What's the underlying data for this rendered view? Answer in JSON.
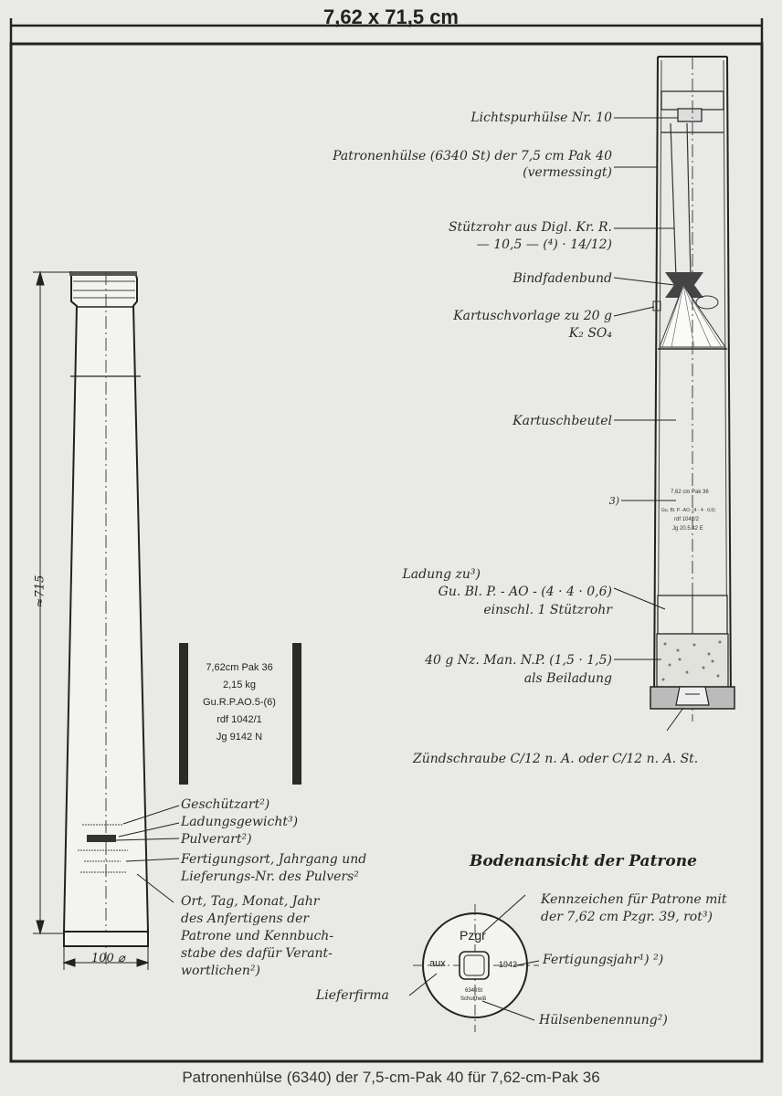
{
  "title": "7,62 x 71,5 cm",
  "caption": "Patronenhülse (6340) der 7,5-cm-Pak 40 für 7,62-cm-Pak 36",
  "dimensions": {
    "length": "≈715",
    "diameter": "100 ⌀"
  },
  "right_labels": {
    "lichtspur": "Lichtspurhülse Nr. 10",
    "patronen_1": "Patronenhülse (6340 St) der 7,5 cm Pak 40",
    "patronen_2": "(vermessingt)",
    "stuetz_1": "Stützrohr aus Digl. Kr. R.",
    "stuetz_2": "— 10,5 — (⁴) · 14/12)",
    "bindfaden": "Bindfadenbund",
    "kartusch_1": "Kartuschvorlage zu 20 g",
    "kartusch_2": "K₂ SO₄",
    "kartuschbeutel": "Kartuschbeutel",
    "ref3": "3)",
    "ladung_1": "Ladung zu³)",
    "ladung_2": "Gu. Bl. P. - AO - (4 · 4 · 0,6)",
    "ladung_3": "einschl. 1 Stützrohr",
    "beiladung_1": "40 g Nz. Man. N.P. (1,5 · 1,5)",
    "beiladung_2": "als Beiladung",
    "zuendschraube": "Zündschraube C/12 n. A. oder C/12 n. A. St."
  },
  "bag_marking": [
    "7,62 cm Pak 36",
    "Gu. Bl. P. -AO- (4 · 4 · 0,6)",
    "rdf 1042/2",
    "Jg 20.5.42 E"
  ],
  "plate": {
    "lines": [
      "7,62cm Pak 36",
      "2,15 kg",
      "Gu.R.P.AO.5-(6)",
      "rdf 1042/1",
      "Jg 9142 N"
    ]
  },
  "left_labels": {
    "geschuetzart": "Geschützart²)",
    "ladungsgewicht": "Ladungsgewicht³)",
    "pulverart": "Pulverart²)",
    "fertigung_1": "Fertigungsort, Jahrgang und",
    "fertigung_2": "Lieferungs-Nr. des Pulvers²",
    "ort_1": "Ort, Tag, Monat, Jahr",
    "ort_2": "des Anfertigens der",
    "ort_3": "Patrone und Kennbuch-",
    "ort_4": "stabe des dafür Verant-",
    "ort_5": "wortlichen²)"
  },
  "base_view": {
    "heading": "Bodenansicht der Patrone",
    "kennzeichen_1": "Kennzeichen für Patrone mit",
    "kennzeichen_2": "der 7,62 cm Pzgr. 39, rot³)",
    "fertigungsjahr": "Fertigungsjahr¹) ²)",
    "lieferfirma": "Lieferfirma",
    "huelsenbenennung": "Hülsenbenennung²)",
    "marks": {
      "top": "Pzgr",
      "left": "aux",
      "right": "1942",
      "bottom_1": "6340St",
      "bottom_2": "Schultheiß"
    }
  }
}
